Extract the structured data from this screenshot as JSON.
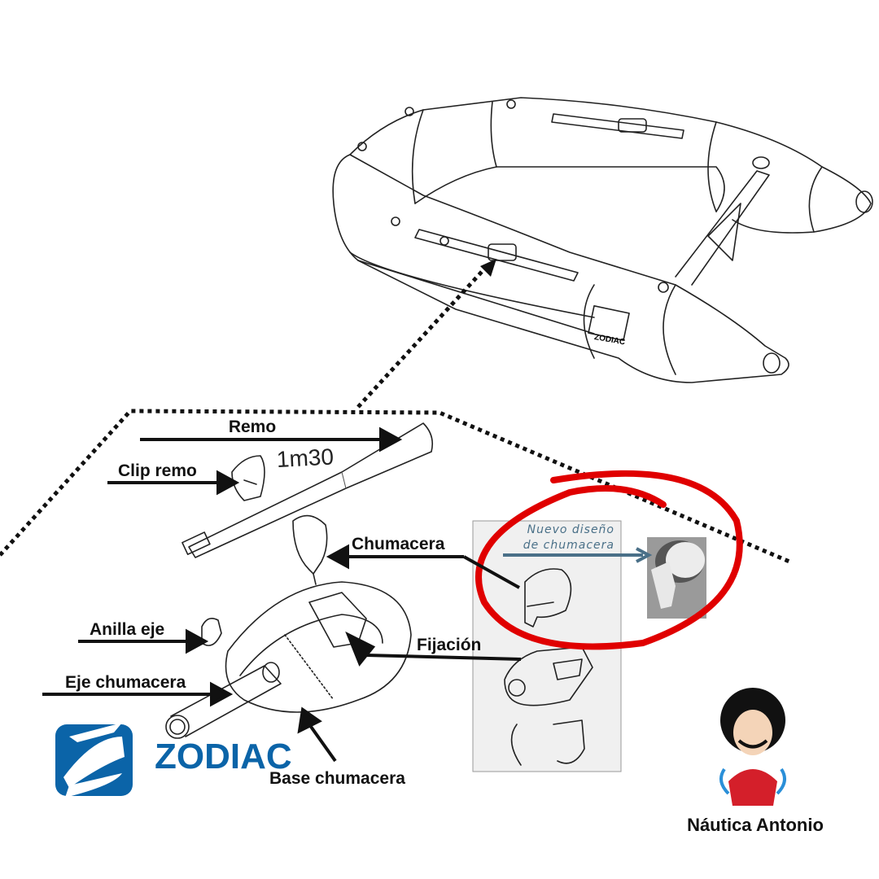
{
  "labels": {
    "remo": "Remo",
    "oar_length": "1m30",
    "clip_remo": "Clip remo",
    "chumacera": "Chumacera",
    "anilla_eje": "Anilla eje",
    "eje_chumacera": "Eje chumacera",
    "fijacion": "Fijación",
    "base_chumacera": "Base chumacera"
  },
  "new_design_note": {
    "line1": "Nuevo diseño",
    "line2": "de chumacera"
  },
  "brand": {
    "logo_text": "ZODIAC",
    "boat_decal": "ZODIAC"
  },
  "credit": "Náutica Antonio",
  "colors": {
    "brand_blue": "#0b64a8",
    "highlight_red": "#e00000",
    "note_blue": "#4a7088"
  }
}
